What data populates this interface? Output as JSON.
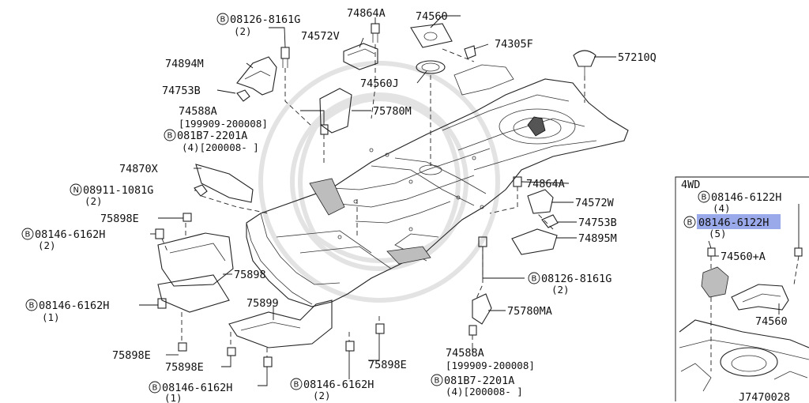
{
  "diagram": {
    "figure_id": "J7470028",
    "inset": {
      "title": "4WD",
      "parts": [
        {
          "prefix": "B",
          "number": "08146-6122H",
          "qty": "(4)"
        },
        {
          "prefix": "B",
          "number": "08146-6122H",
          "qty": "(5)",
          "highlighted": true
        },
        {
          "number": "74560+A"
        },
        {
          "number": "74560"
        }
      ]
    },
    "labels": [
      {
        "prefix": "B",
        "number": "08126-8161G",
        "qty": "(2)"
      },
      {
        "number": "74864A"
      },
      {
        "number": "74560"
      },
      {
        "number": "74572V"
      },
      {
        "number": "74305F"
      },
      {
        "number": "74894M"
      },
      {
        "number": "57210Q"
      },
      {
        "number": "74560J"
      },
      {
        "number": "74753B"
      },
      {
        "number": "74588A"
      },
      {
        "text": "[199909-200008]"
      },
      {
        "number": "75780M"
      },
      {
        "prefix": "B",
        "number": "081B7-2201A"
      },
      {
        "text": "(4)[200008-      ]"
      },
      {
        "number": "74870X"
      },
      {
        "prefix": "N",
        "number": "08911-1081G",
        "qty": "(2)"
      },
      {
        "number": "74864A"
      },
      {
        "number": "74572W"
      },
      {
        "number": "75898E"
      },
      {
        "number": "74753B"
      },
      {
        "prefix": "B",
        "number": "08146-6162H",
        "qty": "(2)"
      },
      {
        "number": "74895M"
      },
      {
        "number": "75898"
      },
      {
        "prefix": "B",
        "number": "08126-8161G",
        "qty": "(2)"
      },
      {
        "prefix": "B",
        "number": "08146-6162H",
        "qty": "(1)"
      },
      {
        "number": "75899"
      },
      {
        "number": "75780MA"
      },
      {
        "number": "75898E"
      },
      {
        "number": "74588A"
      },
      {
        "number": "75898E"
      },
      {
        "number": "75898E"
      },
      {
        "text": "[199909-200008]"
      },
      {
        "prefix": "B",
        "number": "081B7-2201A"
      },
      {
        "text": "(4)[200008-      ]"
      },
      {
        "prefix": "B",
        "number": "08146-6162H",
        "qty": "(1)"
      },
      {
        "prefix": "B",
        "number": "08146-6162H",
        "qty": "(2)"
      }
    ]
  }
}
